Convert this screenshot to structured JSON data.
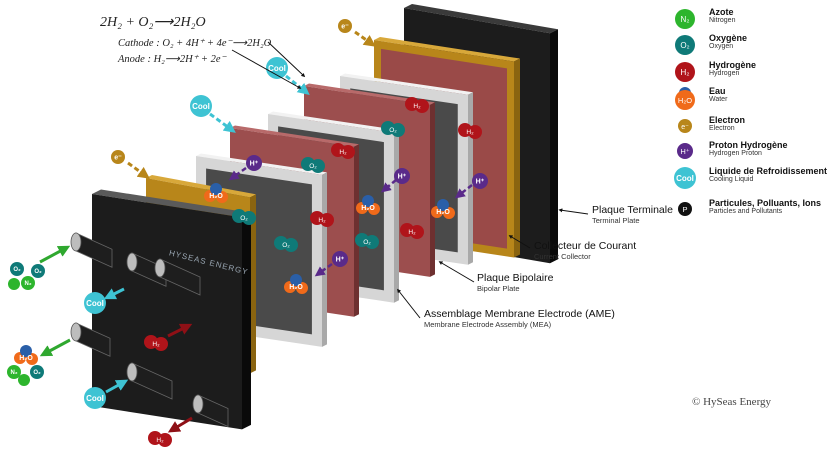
{
  "equations": {
    "main": "2H₂ + O₂⟶2H₂O",
    "cathode": "Cathode : O₂ + 4H⁺ + 4e⁻⟶2H₂O",
    "anode": "Anode : H₂⟶2H⁺ + 2e⁻"
  },
  "component_labels": {
    "terminal_plate": {
      "fr": "Plaque Terminale",
      "en": "Terminal Plate"
    },
    "current_collector": {
      "fr": "Collecteur de Courant",
      "en": "Current Collector"
    },
    "bipolar_plate": {
      "fr": "Plaque Bipolaire",
      "en": "Bipolar Plate"
    },
    "mea": {
      "fr": "Assemblage Membrane Electrode (AME)",
      "en": "Membrane Electrode Assembly (MEA)"
    }
  },
  "legend": [
    {
      "key": "nitrogen",
      "fr": "Azote",
      "en": "Nitrogen",
      "symbol": "N₂",
      "color": "#2db52d"
    },
    {
      "key": "oxygen",
      "fr": "Oxygène",
      "en": "Oxygen",
      "symbol": "O₂",
      "color": "#0f7a78"
    },
    {
      "key": "hydrogen",
      "fr": "Hydrogène",
      "en": "Hydrogen",
      "symbol": "H₂",
      "color": "#b0141a"
    },
    {
      "key": "water",
      "fr": "Eau",
      "en": "Water",
      "symbol": "H₂O",
      "color": "#f06a1a"
    },
    {
      "key": "electron",
      "fr": "Electron",
      "en": "Electron",
      "symbol": "e⁻",
      "color": "#b8861a"
    },
    {
      "key": "proton",
      "fr": "Proton Hydrogène",
      "en": "Hydrogen Proton",
      "symbol": "H⁺",
      "color": "#5a2a8a"
    },
    {
      "key": "coolant",
      "fr": "Liquide de Refroidissement",
      "en": "Cooling Liquid",
      "symbol": "Cool",
      "color": "#3ec3d3"
    },
    {
      "key": "particles",
      "fr": "Particules, Polluants, Ions",
      "en": "Particles and Pollutants",
      "symbol": "P",
      "color": "#111111"
    }
  ],
  "diagram_text": {
    "cool": "Cool",
    "electron": "e⁻",
    "proton": "H⁺",
    "water": "H₂O",
    "oxygen": "O₂",
    "hydrogen": "H₂",
    "nitrogen": "N₂",
    "brand": "HYSEAS ENERGY"
  },
  "colors": {
    "terminal": "#1c1c1c",
    "collector": "#b8861a",
    "bipolar_frame": "#d6d6d6",
    "mea_frame": "#e8e8e8",
    "membrane": "#9c4e4e",
    "dark_panel": "#4a4a4a"
  },
  "copyright": "© HySeas Energy"
}
